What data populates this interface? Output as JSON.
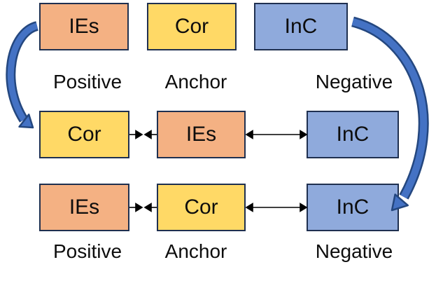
{
  "colors": {
    "orange": "#F4B183",
    "yellow": "#FFD966",
    "blue": "#8FAADC",
    "border": "#1F3050",
    "text": "#0d0d0d",
    "arrowFill": "#4472C4",
    "arrowStroke": "#24477F",
    "connector": "#000000"
  },
  "rows": {
    "top": [
      {
        "label": "IEs",
        "variant": "orange"
      },
      {
        "label": "Cor",
        "variant": "yellow"
      },
      {
        "label": "InC",
        "variant": "blue"
      }
    ],
    "middle": [
      {
        "label": "Cor",
        "variant": "yellow"
      },
      {
        "label": "IEs",
        "variant": "orange"
      },
      {
        "label": "InC",
        "variant": "blue"
      }
    ],
    "bottom": [
      {
        "label": "IEs",
        "variant": "orange"
      },
      {
        "label": "Cor",
        "variant": "yellow"
      },
      {
        "label": "InC",
        "variant": "blue"
      }
    ]
  },
  "role_labels": {
    "top": [
      "Positive",
      "Anchor",
      "Negative"
    ],
    "bottom": [
      "Positive",
      "Anchor",
      "Negative"
    ]
  }
}
